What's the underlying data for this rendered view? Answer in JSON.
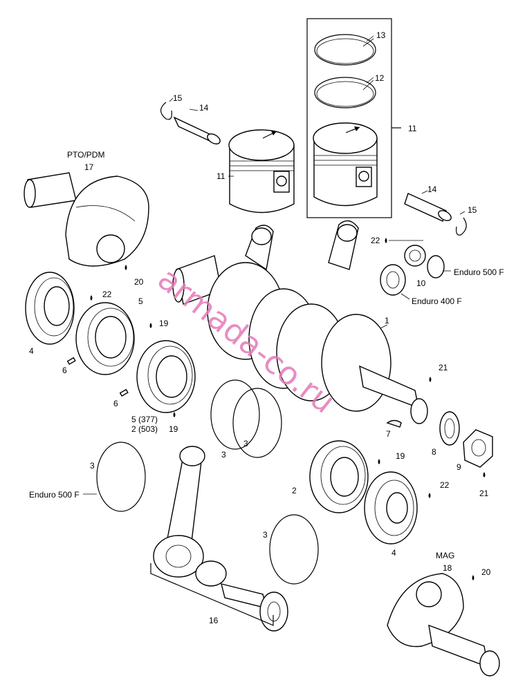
{
  "callouts": {
    "c1": "1",
    "c2a": "2",
    "c2b": "2 (503)",
    "c5b": "5 (377)",
    "c3a": "3",
    "c3b": "3",
    "c3c": "3",
    "c3d": "3",
    "c4a": "4",
    "c4b": "4",
    "c5": "5",
    "c6a": "6",
    "c6b": "6",
    "c7": "7",
    "c8": "8",
    "c9": "9",
    "c10": "10",
    "c11a": "11",
    "c11b": "11",
    "c12": "12",
    "c13": "13",
    "c14a": "14",
    "c14b": "14",
    "c15a": "15",
    "c15b": "15",
    "c16": "16",
    "c17": "17",
    "c18": "18",
    "c19a": "19",
    "c19b": "19",
    "c19c": "19",
    "c20a": "20",
    "c20b": "20",
    "c21a": "21",
    "c21b": "21",
    "c22a": "22",
    "c22b": "22",
    "c22c": "22"
  },
  "labels": {
    "pto": "PTO/PDM",
    "mag": "MAG",
    "enduro500_top": "Enduro 500 F",
    "enduro400": "Enduro 400 F",
    "enduro500_left": "Enduro 500 F"
  },
  "watermark": "armada-co.ru",
  "colors": {
    "watermark": "#e47ab8",
    "ink": "#000000"
  }
}
